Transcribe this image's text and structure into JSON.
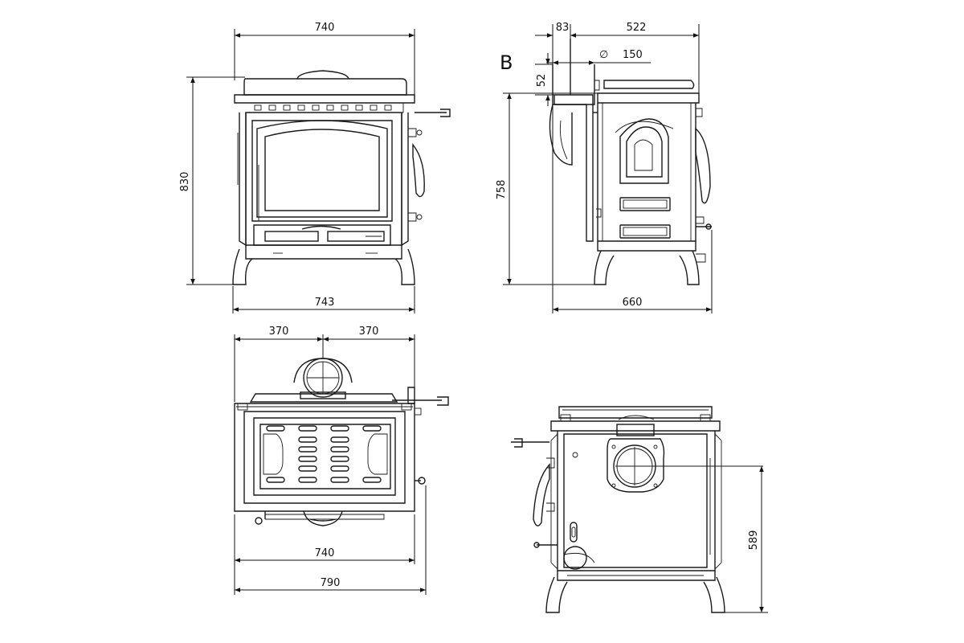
{
  "view_letter": "B",
  "dimensions": {
    "front_width_top": "740",
    "front_height": "830",
    "front_width_bottom": "743",
    "side_offset": "83",
    "side_depth_top": "522",
    "side_flue_diameter": "150",
    "side_flue_height": "52",
    "side_height": "758",
    "side_depth_bottom": "660",
    "top_half_left": "370",
    "top_half_right": "370",
    "top_width_inner": "740",
    "top_width_outer": "790",
    "rear_flue_height": "589"
  },
  "symbols": {
    "diameter": "∅"
  }
}
